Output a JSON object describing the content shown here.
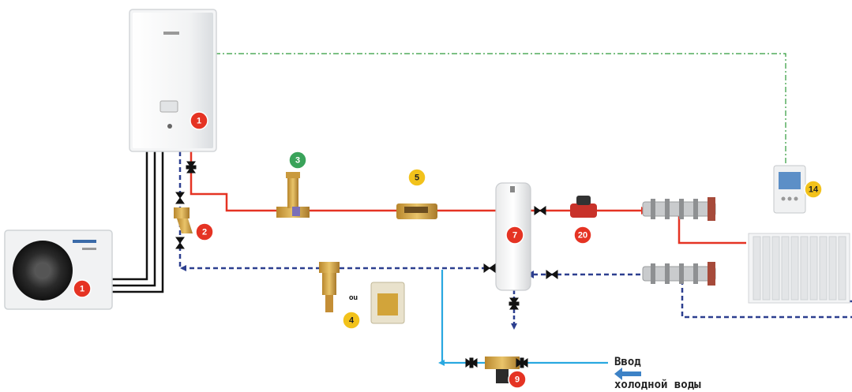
{
  "badges": [
    {
      "id": "indoor-unit",
      "label": "1",
      "color": "#e53323"
    },
    {
      "id": "outdoor-unit",
      "label": "1",
      "color": "#e53323"
    },
    {
      "id": "strainer",
      "label": "2",
      "color": "#e53323"
    },
    {
      "id": "expansion",
      "label": "3",
      "color": "#3aa35a"
    },
    {
      "id": "filter",
      "label": "4",
      "color": "#f2c21b"
    },
    {
      "id": "flow-meter",
      "label": "5",
      "color": "#f2c21b"
    },
    {
      "id": "buffer-tank",
      "label": "7",
      "color": "#e53323"
    },
    {
      "id": "water-inlet",
      "label": "9",
      "color": "#e53323"
    },
    {
      "id": "thermostat",
      "label": "14",
      "color": "#f2c21b"
    },
    {
      "id": "pump",
      "label": "20",
      "color": "#e53323"
    }
  ],
  "or_label": "ou",
  "cold_water": {
    "line1": "Ввод",
    "line2": "холодной воды"
  },
  "colors": {
    "supply": "#e53323",
    "return": "#2c3f8f",
    "cold": "#29a8e0",
    "control": "#2e9a3a",
    "arrow": "#3d82c6"
  }
}
